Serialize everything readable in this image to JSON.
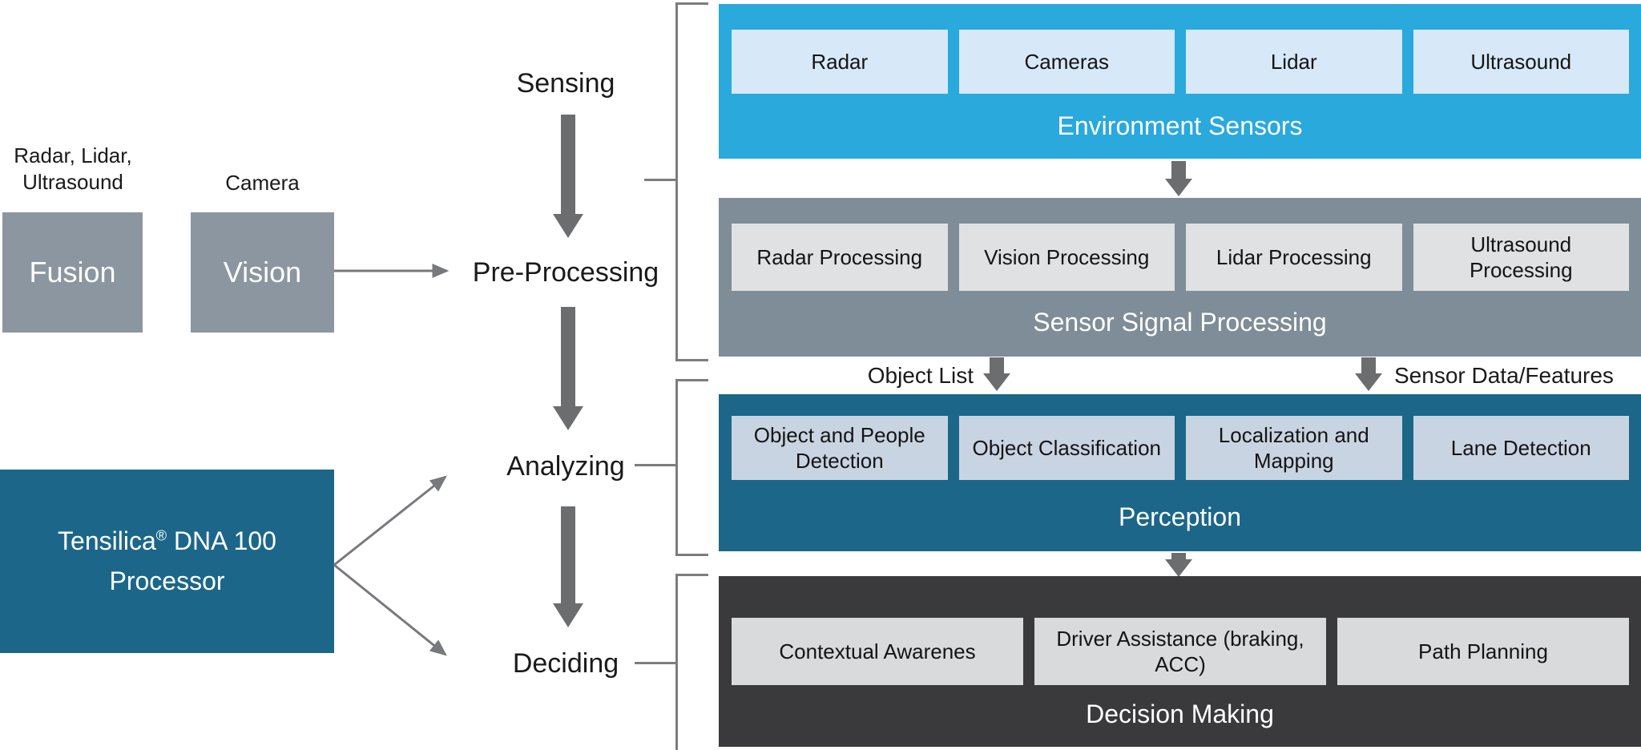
{
  "left": {
    "fusion_caption_line1": "Radar, Lidar,",
    "fusion_caption_line2": "Ultrasound",
    "fusion_label": "Fusion",
    "camera_caption": "Camera",
    "vision_label": "Vision",
    "processor_name": "Tensilica",
    "processor_reg": "®",
    "processor_rest": " DNA 100",
    "processor_line2": "Processor"
  },
  "stages": {
    "sensing": "Sensing",
    "preprocessing": "Pre-Processing",
    "analyzing": "Analyzing",
    "deciding": "Deciding"
  },
  "flow_labels": {
    "object_list": "Object List",
    "sensor_data": "Sensor Data/Features"
  },
  "panels": [
    {
      "title": "Environment Sensors",
      "items": [
        "Radar",
        "Cameras",
        "Lidar",
        "Ultrasound"
      ]
    },
    {
      "title": "Sensor Signal Processing",
      "items": [
        "Radar Processing",
        "Vision Processing",
        "Lidar Processing",
        "Ultrasound Processing"
      ]
    },
    {
      "title": "Perception",
      "items": [
        "Object and People Detection",
        "Object Classification",
        "Localization and Mapping",
        "Lane Detection"
      ]
    },
    {
      "title": "Decision Making",
      "items": [
        "Contextual Awarenes",
        "Driver Assistance (braking, ACC)",
        "Path Planning"
      ]
    }
  ],
  "colors": {
    "environment_sensors_bg": "#29a9dc",
    "environment_sensors_item_bg": "#d7e8f8",
    "signal_processing_bg": "#7e8d97",
    "signal_processing_item_bg": "#dfe1e2",
    "perception_bg": "#1c6789",
    "perception_item_bg": "#c9d4e2",
    "decision_making_bg": "#3a3a3c",
    "decision_making_item_bg": "#d9dadb",
    "side_box_bg": "#8b96a0",
    "processor_bg": "#1c6789",
    "arrow_gray": "#6b6d6f",
    "line_gray": "#7b7d80"
  }
}
